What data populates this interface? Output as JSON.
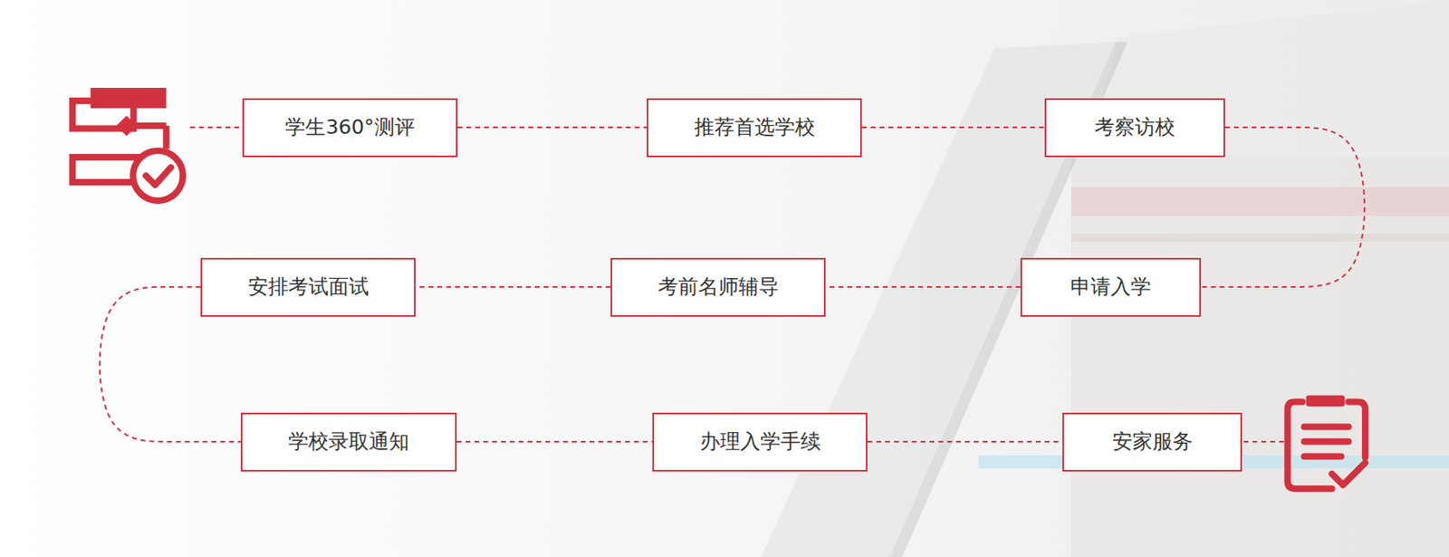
{
  "diagram": {
    "nodes": [
      {
        "text": [
          "学生360°测评"
        ]
      },
      {
        "text": [
          "推荐首选学校"
        ]
      },
      {
        "text": [
          "考察访校"
        ]
      },
      {
        "text": [
          "申请入学"
        ]
      },
      {
        "text": [
          "考前名师辅导"
        ]
      },
      {
        "text": [
          "安排考试面试"
        ]
      },
      {
        "text": [
          "学校录取通知"
        ]
      },
      {
        "text": [
          "办理入学手续"
        ]
      },
      {
        "text": [
          "安家服务"
        ]
      }
    ],
    "edges": [
      {
        "from": 0,
        "to": 1,
        "arrow": "none"
      },
      {
        "from": 1,
        "to": 2,
        "arrow": "none"
      },
      {
        "from": 2,
        "to": 3,
        "arrow": "none"
      },
      {
        "from": 3,
        "to": 4,
        "arrow": "none"
      },
      {
        "from": 4,
        "to": 5,
        "arrow": "none"
      },
      {
        "from": 5,
        "to": 6,
        "arrow": "none"
      },
      {
        "from": 6,
        "to": 7,
        "arrow": "none"
      },
      {
        "from": 7,
        "to": 8,
        "arrow": "none"
      }
    ]
  }
}
